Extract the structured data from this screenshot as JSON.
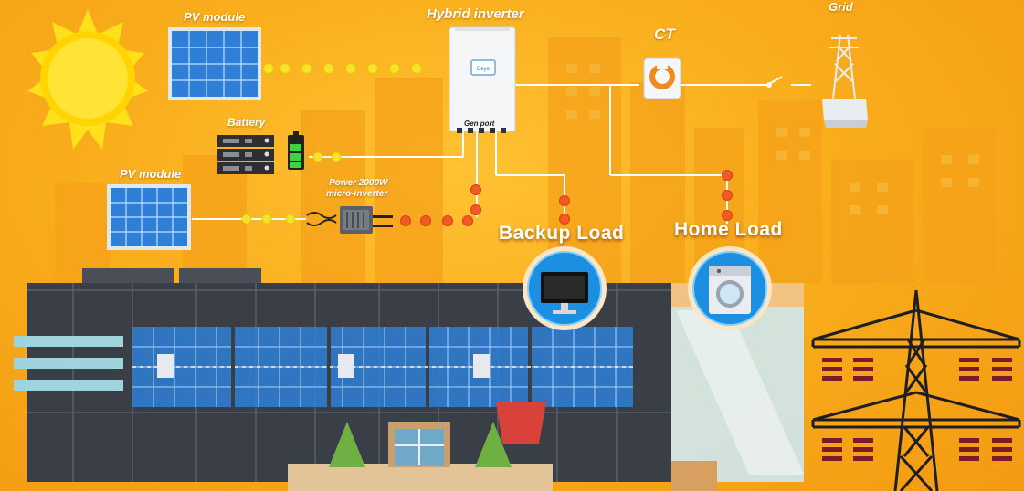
{
  "labels": {
    "pv_module_top": "PV module",
    "hybrid_inverter": "Hybrid inverter",
    "ct": "CT",
    "grid": "Grid",
    "battery": "Battery",
    "pv_module_left": "PV module",
    "micro_inverter_line1": "Power 2000W",
    "micro_inverter_line2": "micro-inverter",
    "gen_port": "Gen port",
    "backup_load": "Backup Load",
    "home_load": "Home Load"
  },
  "icons": {
    "sun": "sun-icon",
    "backup_load": "monitor-icon",
    "home_load": "washing-machine-icon",
    "grid": "grid-tower-icon",
    "pylon": "transmission-pylon-icon"
  },
  "colors": {
    "background": "#f9ae1c",
    "dc_link": "#f7e22e",
    "ac_link": "#f15a24",
    "wire": "#ffffff",
    "building": "#3a3f47",
    "solar_cell": "#2f7fd6"
  }
}
